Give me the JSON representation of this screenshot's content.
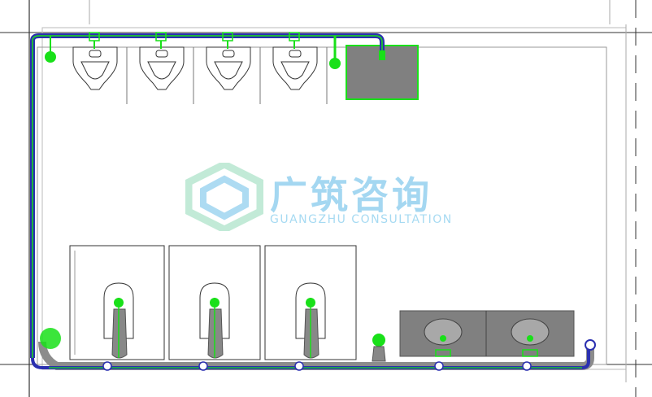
{
  "watermark": {
    "title_cn": "广筑咨询",
    "subtitle_en": "GUANGZHU CONSULTATION",
    "logo_icon": "gz-hexagon-logo-icon"
  },
  "colors": {
    "pipe_blue": "#2a2fb0",
    "pipe_gray": "#8c8c8c",
    "highlight_green": "#19e019",
    "fixture_gray": "#808080",
    "watermark_blue": "#5bb7e6",
    "watermark_green": "#8fd9b6"
  },
  "fixtures": {
    "urinals": 4,
    "toilets": 3,
    "sinks": 2,
    "mop_sink": 1
  }
}
